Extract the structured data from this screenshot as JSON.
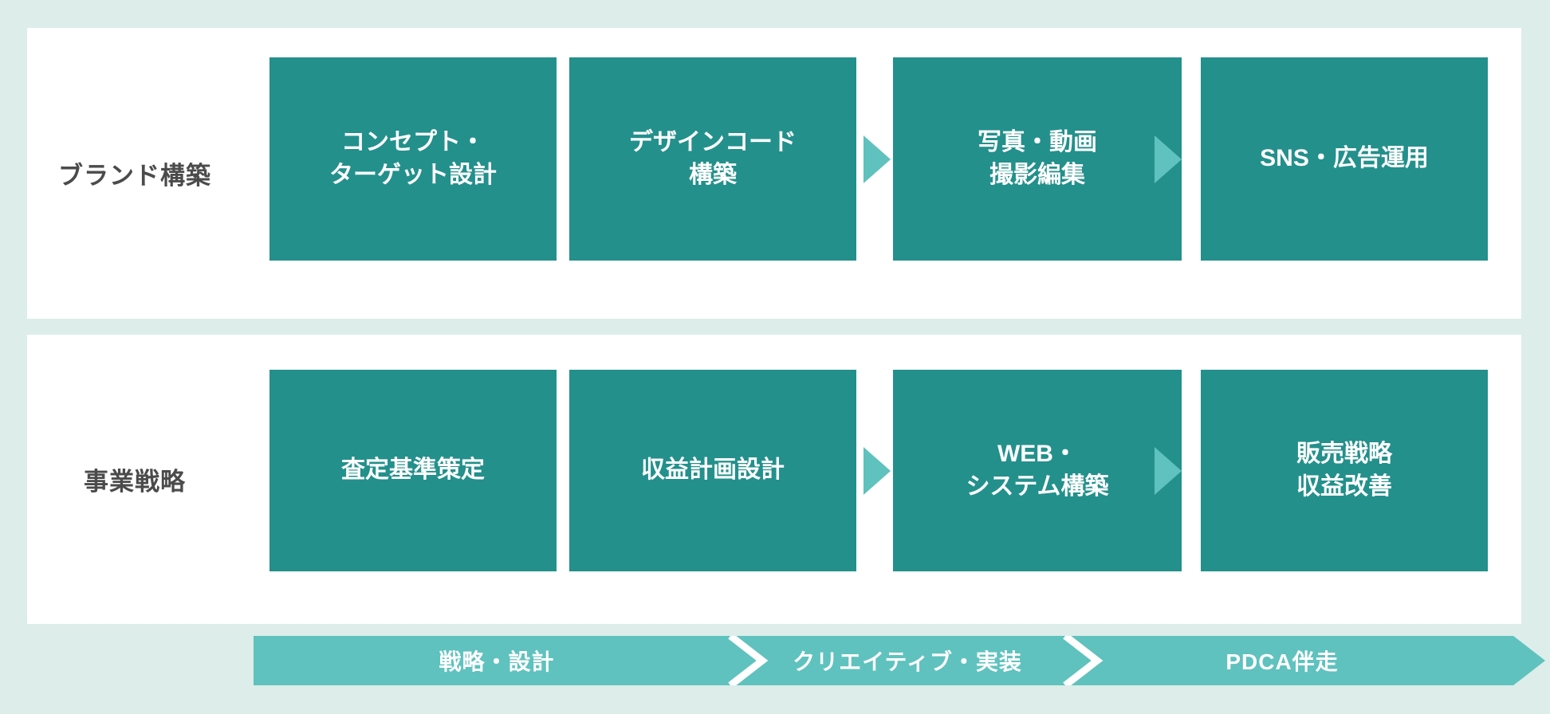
{
  "theme": {
    "background": "#dcedea",
    "panel": "#ffffff",
    "box_teal": "#23908C",
    "accent_teal": "#5FC2BE",
    "label_text": "#4b4b4b",
    "box_text": "#ffffff"
  },
  "rows": [
    {
      "label": "ブランド構築",
      "steps": [
        {
          "label": "コンセプト・\nターゲット設計"
        },
        {
          "label": "デザインコード\n構築"
        },
        {
          "label": "写真・動画\n撮影編集"
        },
        {
          "label": "SNS・広告運用"
        }
      ]
    },
    {
      "label": "事業戦略",
      "steps": [
        {
          "label": "査定基準策定"
        },
        {
          "label": "収益計画設計"
        },
        {
          "label": "WEB・\nシステム構築"
        },
        {
          "label": "販売戦略\n収益改善"
        }
      ]
    }
  ],
  "phases": [
    {
      "label": "戦略・設計"
    },
    {
      "label": "クリエイティブ・実装"
    },
    {
      "label": "PDCA伴走"
    }
  ]
}
